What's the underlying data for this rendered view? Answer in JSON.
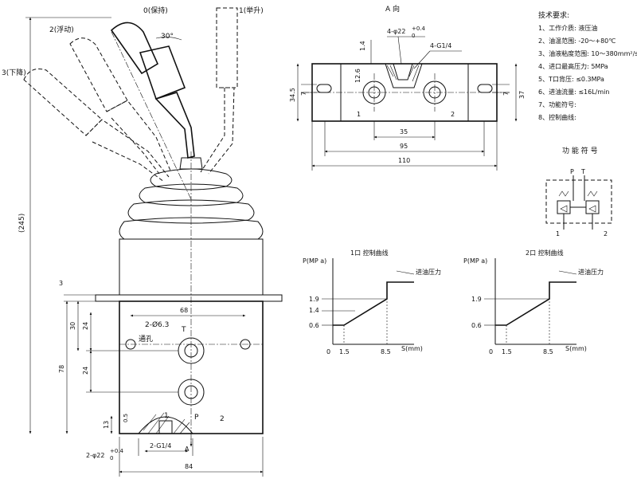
{
  "side_view": {
    "pos0": "0(保持)",
    "pos1": "1(举升)",
    "pos2": "2(浮动)",
    "pos3": "3(下降)",
    "angle": "30°",
    "height": "(245)",
    "dim_3": "3",
    "dim_68": "68",
    "dim_30": "30",
    "dim_24a": "24",
    "dim_24b": "24",
    "dim_78": "78",
    "dim_13": "13",
    "dim_05": "0.5",
    "holes": "2-Ø6.3",
    "through": "通孔",
    "port_T": "T",
    "port_P": "P",
    "port_1": "1",
    "port_2": "2",
    "thread": "2-G1/4",
    "bore": "2-φ22",
    "bore_tol": "+0.4",
    "bore_tol0": "0",
    "dim_84": "84",
    "view_A": "A"
  },
  "a_view": {
    "title": "A 向",
    "bore": "4-φ22",
    "bore_tol": "+0.4",
    "bore_tol0": "0",
    "thread": "4-G1/4",
    "dim_14": "1.4",
    "dim_126": "12.6",
    "dim_345": "34.5",
    "dim_7a": "7",
    "dim_7b": "7",
    "dim_37": "37",
    "dim_35": "35",
    "dim_95": "95",
    "dim_110": "110",
    "port_1": "1",
    "port_2": "2"
  },
  "tech": {
    "title": "技术要求:",
    "items": [
      "1、工作介质: 液压油",
      "2、油温范围: -20～+80℃",
      "3、油液粘度范围: 10～380mm²/s",
      "4、进口最高压力: 5MPa",
      "5、T口背压: ≤0.3MPa",
      "6、进油流量: ≤16L/min",
      "7、功能符号:",
      "8、控制曲线:"
    ]
  },
  "symbol": {
    "title": "功 能 符 号",
    "P": "P",
    "T": "T",
    "p1": "1",
    "p2": "2"
  },
  "curve1": {
    "title": "1口 控制曲线",
    "ylabel": "P(MP a)",
    "xlabel": "S(mm)",
    "annotation": "进油压力",
    "yticks": [
      "1.9",
      "1.4",
      "0.6"
    ],
    "xticks": [
      "0",
      "1.5",
      "8.5"
    ]
  },
  "curve2": {
    "title": "2口 控制曲线",
    "ylabel": "P(MP a)",
    "xlabel": "S(mm)",
    "annotation": "进油压力",
    "yticks": [
      "1.9",
      "0.6"
    ],
    "xticks": [
      "0",
      "1.5",
      "8.5"
    ]
  }
}
